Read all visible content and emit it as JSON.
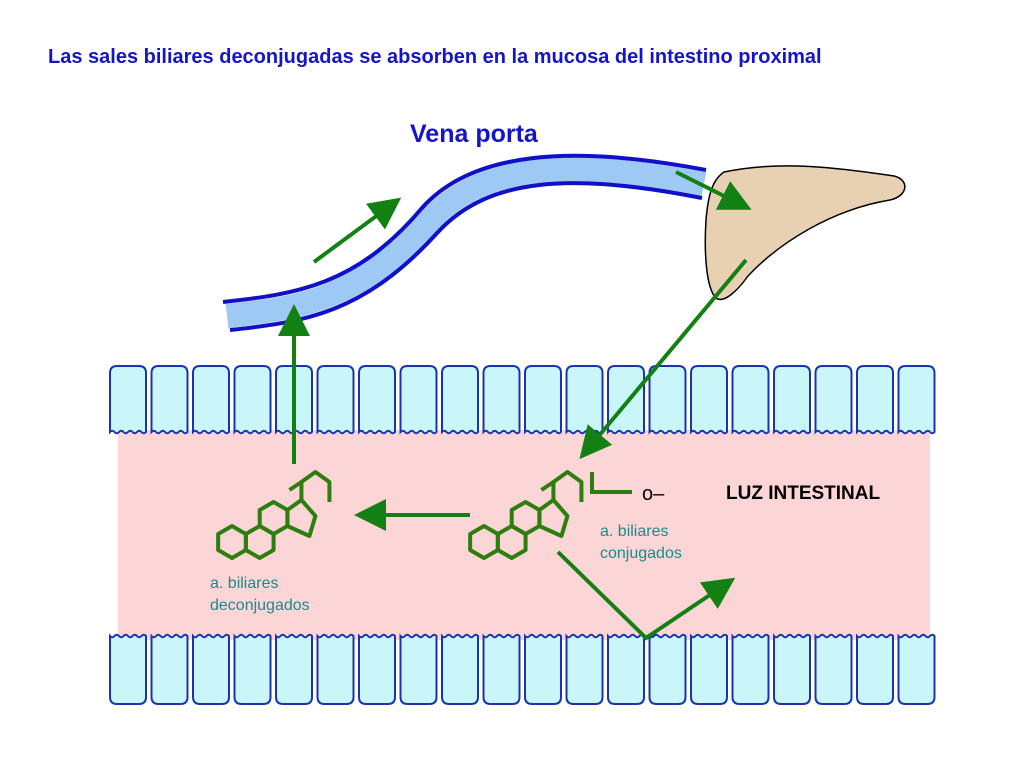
{
  "title": "Las sales biliares deconjugadas se absorben en la mucosa del intestino proximal",
  "labels": {
    "vena_porta": "Vena porta",
    "luz_intestinal": "LUZ INTESTINAL",
    "conjugados_line1": "a. biliares",
    "conjugados_line2": "conjugados",
    "deconjugados_line1": "a. biliares",
    "deconjugados_line2": "deconjugados",
    "carboxylate": "o–"
  },
  "colors": {
    "title": "#1414c8",
    "arrow": "#128012",
    "molecule": "#2e7d0f",
    "vein_fill": "#9ec9f5",
    "vein_edge": "#1010c8",
    "liver_fill": "#e8d1b2",
    "lumen": "#fcd6d6",
    "cell_fill": "#c9f6f8",
    "cell_edge": "#1b33b0",
    "label_teal": "#1a8a8a"
  },
  "icons": [
    "portal-vein",
    "liver",
    "steroid-molecule",
    "epithelial-cell"
  ]
}
